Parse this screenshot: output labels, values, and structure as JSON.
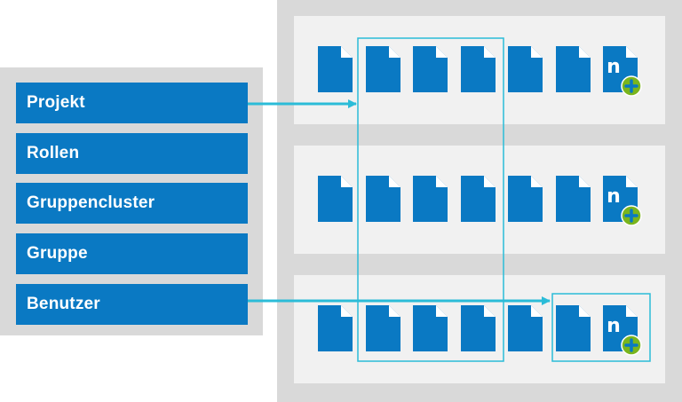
{
  "levels": [
    {
      "id": "projekt",
      "label": "Projekt"
    },
    {
      "id": "rollen",
      "label": "Rollen"
    },
    {
      "id": "gruppencluster",
      "label": "Gruppencluster"
    },
    {
      "id": "gruppe",
      "label": "Gruppe"
    },
    {
      "id": "benutzer",
      "label": "Benutzer"
    }
  ],
  "document_rows": [
    {
      "id": "row-1",
      "documents": 7,
      "last_is_new": true
    },
    {
      "id": "row-2",
      "documents": 7,
      "last_is_new": true
    },
    {
      "id": "row-3",
      "documents": 7,
      "last_is_new": true
    }
  ],
  "new_doc_glyph": "n",
  "icons": {
    "document": "document-icon",
    "add": "plus-icon"
  },
  "colors": {
    "level_box": "#0a79c3",
    "document": "#0a79c3",
    "arrow": "#2bbcd8",
    "plus_badge": "#7ab51d",
    "panel": "#d9d9d9",
    "row_background": "#f1f1f1"
  }
}
